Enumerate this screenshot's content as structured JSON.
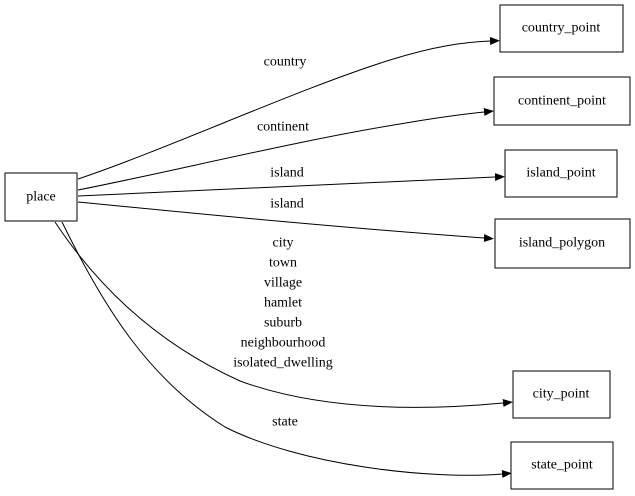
{
  "diagram": {
    "type": "directed-graph",
    "background_color": "#ffffff",
    "stroke_color": "#000000",
    "text_color": "#000000",
    "nodes": [
      {
        "id": "place",
        "label": "place"
      },
      {
        "id": "country_point",
        "label": "country_point"
      },
      {
        "id": "continent_point",
        "label": "continent_point"
      },
      {
        "id": "island_point",
        "label": "island_point"
      },
      {
        "id": "island_polygon",
        "label": "island_polygon"
      },
      {
        "id": "city_point",
        "label": "city_point"
      },
      {
        "id": "state_point",
        "label": "state_point"
      }
    ],
    "edges": [
      {
        "from": "place",
        "to": "country_point",
        "label": "country"
      },
      {
        "from": "place",
        "to": "continent_point",
        "label": "continent"
      },
      {
        "from": "place",
        "to": "island_point",
        "label": "island"
      },
      {
        "from": "place",
        "to": "island_polygon",
        "label": "island"
      },
      {
        "from": "place",
        "to": "city_point",
        "label_lines": [
          "city",
          "town",
          "village",
          "hamlet",
          "suburb",
          "neighbourhood",
          "isolated_dwelling"
        ]
      },
      {
        "from": "place",
        "to": "state_point",
        "label": "state"
      }
    ]
  }
}
